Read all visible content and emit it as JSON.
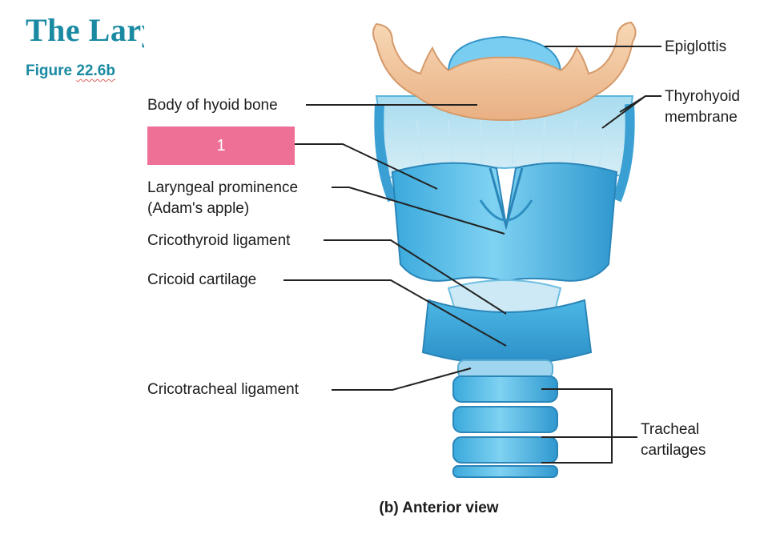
{
  "slide": {
    "title": "The Larynx",
    "figure_prefix": "Figure",
    "figure_number": "22.6b"
  },
  "labels": {
    "hyoid": "Body of hyoid bone",
    "hidden_answer": "1",
    "prominence_line1": "Laryngeal prominence",
    "prominence_line2": "(Adam's apple)",
    "cricothyroid": "Cricothyroid ligament",
    "cricoid": "Cricoid cartilage",
    "cricotracheal": "Cricotracheal ligament",
    "epiglottis": "Epiglottis",
    "thyrohyoid_line1": "Thyrohyoid",
    "thyrohyoid_line2": "membrane",
    "tracheal_line1": "Tracheal",
    "tracheal_line2": "cartilages",
    "caption": "(b) Anterior view"
  },
  "colors": {
    "title": "#1a8aa3",
    "mask": "#ee7096",
    "cartilage": "#5cc3ea",
    "bone": "#f2c9a0"
  }
}
